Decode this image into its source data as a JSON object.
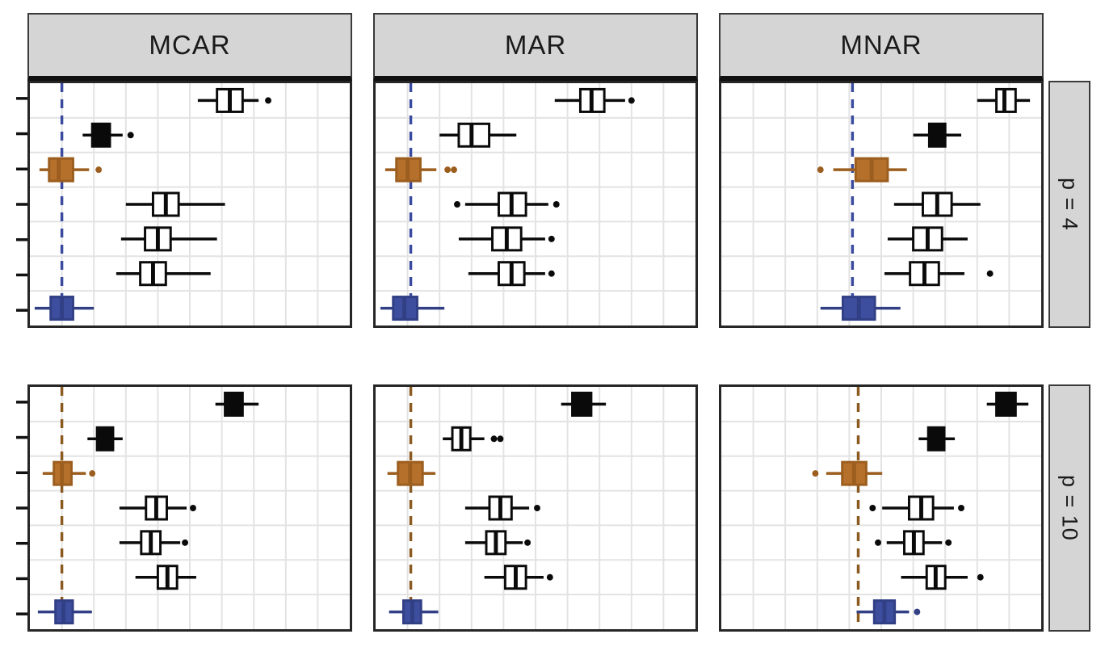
{
  "figure": {
    "strip_labels_top": [
      "MCAR",
      "MAR",
      "MNAR"
    ],
    "strip_labels_right": [
      "p = 4",
      "p = 10"
    ],
    "colors": {
      "strip_bg": "#d5d5d5",
      "strip_border": "#3a3a3a",
      "strip_divider": "#101010",
      "panel_border": "#262626",
      "panel_bg": "#ffffff",
      "grid_line": "#e3e3e3",
      "tick": "#111111",
      "box_stroke": "#0a0a0a",
      "white_box": "#ffffff",
      "black_box": "#0a0a0a",
      "orange_box": "#b5702c",
      "orange_stroke": "#9c5e1f",
      "blue_box": "#3e4e9e",
      "blue_stroke": "#313f85",
      "ref_blue": "#3a4a9f",
      "ref_brown": "#8a5a20"
    }
  },
  "chart_data": {
    "type": "boxplot",
    "orientation": "horizontal",
    "facet_cols": [
      "MCAR",
      "MAR",
      "MNAR"
    ],
    "facet_rows": [
      "p = 4",
      "p = 10"
    ],
    "x_range": [
      0,
      1
    ],
    "n_categories": 7,
    "y_tick_count": 7,
    "grid": {
      "x_divisions": 10,
      "y_divisions": 7,
      "gridlines": "on"
    },
    "legend": "none",
    "notes": "Axis tick labels and category names are cropped out of the screenshot; x positions are in relative panel units 0-1. Dashed vertical reference line per panel.",
    "panels": [
      {
        "col": "MCAR",
        "row": "p = 4",
        "ref_line": {
          "x": 0.1,
          "color_key": "ref_blue",
          "style": "dashed"
        },
        "boxes": [
          {
            "whislo": 0.525,
            "q1": 0.585,
            "med": 0.625,
            "q3": 0.665,
            "whishi": 0.715,
            "outliers": [
              0.745
            ],
            "fill": "white"
          },
          {
            "whislo": 0.165,
            "q1": 0.195,
            "med": 0.22,
            "q3": 0.25,
            "whishi": 0.29,
            "outliers": [
              0.315
            ],
            "fill": "black"
          },
          {
            "whislo": 0.03,
            "q1": 0.06,
            "med": 0.09,
            "q3": 0.135,
            "whishi": 0.185,
            "outliers": [
              0.215
            ],
            "fill": "orange"
          },
          {
            "whislo": 0.3,
            "q1": 0.385,
            "med": 0.425,
            "q3": 0.465,
            "whishi": 0.61,
            "outliers": [],
            "fill": "white"
          },
          {
            "whislo": 0.285,
            "q1": 0.36,
            "med": 0.4,
            "q3": 0.44,
            "whishi": 0.585,
            "outliers": [],
            "fill": "white"
          },
          {
            "whislo": 0.27,
            "q1": 0.345,
            "med": 0.385,
            "q3": 0.425,
            "whishi": 0.565,
            "outliers": [],
            "fill": "white"
          },
          {
            "whislo": 0.015,
            "q1": 0.065,
            "med": 0.1,
            "q3": 0.135,
            "whishi": 0.2,
            "outliers": [],
            "fill": "blue"
          }
        ]
      },
      {
        "col": "MAR",
        "row": "p = 4",
        "ref_line": {
          "x": 0.11,
          "color_key": "ref_blue",
          "style": "dashed"
        },
        "boxes": [
          {
            "whislo": 0.56,
            "q1": 0.64,
            "med": 0.675,
            "q3": 0.715,
            "whishi": 0.78,
            "outliers": [
              0.8
            ],
            "fill": "white"
          },
          {
            "whislo": 0.2,
            "q1": 0.26,
            "med": 0.3,
            "q3": 0.355,
            "whishi": 0.44,
            "outliers": [],
            "fill": "white"
          },
          {
            "whislo": 0.03,
            "q1": 0.065,
            "med": 0.1,
            "q3": 0.14,
            "whishi": 0.19,
            "outliers": [
              0.225,
              0.245
            ],
            "fill": "orange"
          },
          {
            "whislo": 0.28,
            "q1": 0.385,
            "med": 0.425,
            "q3": 0.47,
            "whishi": 0.54,
            "outliers": [
              0.255,
              0.565
            ],
            "fill": "white"
          },
          {
            "whislo": 0.26,
            "q1": 0.365,
            "med": 0.41,
            "q3": 0.455,
            "whishi": 0.53,
            "outliers": [
              0.55
            ],
            "fill": "white"
          },
          {
            "whislo": 0.29,
            "q1": 0.385,
            "med": 0.425,
            "q3": 0.465,
            "whishi": 0.53,
            "outliers": [
              0.55
            ],
            "fill": "white"
          },
          {
            "whislo": 0.015,
            "q1": 0.055,
            "med": 0.09,
            "q3": 0.13,
            "whishi": 0.215,
            "outliers": [],
            "fill": "blue"
          }
        ]
      },
      {
        "col": "MNAR",
        "row": "p = 4",
        "ref_line": {
          "x": 0.41,
          "color_key": "ref_blue",
          "style": "dashed"
        },
        "boxes": [
          {
            "whislo": 0.8,
            "q1": 0.86,
            "med": 0.885,
            "q3": 0.92,
            "whishi": 0.965,
            "outliers": [],
            "fill": "white"
          },
          {
            "whislo": 0.6,
            "q1": 0.65,
            "med": 0.675,
            "q3": 0.7,
            "whishi": 0.75,
            "outliers": [],
            "fill": "black"
          },
          {
            "whislo": 0.35,
            "q1": 0.42,
            "med": 0.47,
            "q3": 0.52,
            "whishi": 0.58,
            "outliers": [
              0.31
            ],
            "fill": "orange"
          },
          {
            "whislo": 0.54,
            "q1": 0.63,
            "med": 0.675,
            "q3": 0.72,
            "whishi": 0.81,
            "outliers": [],
            "fill": "white"
          },
          {
            "whislo": 0.52,
            "q1": 0.6,
            "med": 0.645,
            "q3": 0.69,
            "whishi": 0.77,
            "outliers": [],
            "fill": "white"
          },
          {
            "whislo": 0.51,
            "q1": 0.59,
            "med": 0.635,
            "q3": 0.68,
            "whishi": 0.76,
            "outliers": [
              0.84
            ],
            "fill": "white"
          },
          {
            "whislo": 0.31,
            "q1": 0.38,
            "med": 0.43,
            "q3": 0.48,
            "whishi": 0.56,
            "outliers": [],
            "fill": "blue"
          }
        ]
      },
      {
        "col": "MCAR",
        "row": "p = 10",
        "ref_line": {
          "x": 0.1,
          "color_key": "ref_brown",
          "style": "dashed"
        },
        "boxes": [
          {
            "whislo": 0.58,
            "q1": 0.61,
            "med": 0.635,
            "q3": 0.665,
            "whishi": 0.715,
            "outliers": [],
            "fill": "black"
          },
          {
            "whislo": 0.18,
            "q1": 0.21,
            "med": 0.235,
            "q3": 0.26,
            "whishi": 0.29,
            "outliers": [],
            "fill": "black"
          },
          {
            "whislo": 0.04,
            "q1": 0.075,
            "med": 0.1,
            "q3": 0.13,
            "whishi": 0.175,
            "outliers": [
              0.195
            ],
            "fill": "orange"
          },
          {
            "whislo": 0.28,
            "q1": 0.363,
            "med": 0.395,
            "q3": 0.428,
            "whishi": 0.49,
            "outliers": [
              0.51
            ],
            "fill": "white"
          },
          {
            "whislo": 0.28,
            "q1": 0.348,
            "med": 0.378,
            "q3": 0.408,
            "whishi": 0.47,
            "outliers": [
              0.485
            ],
            "fill": "white"
          },
          {
            "whislo": 0.33,
            "q1": 0.4,
            "med": 0.43,
            "q3": 0.46,
            "whishi": 0.52,
            "outliers": [],
            "fill": "white"
          },
          {
            "whislo": 0.025,
            "q1": 0.08,
            "med": 0.105,
            "q3": 0.134,
            "whishi": 0.194,
            "outliers": [],
            "fill": "blue"
          }
        ]
      },
      {
        "col": "MAR",
        "row": "p = 10",
        "ref_line": {
          "x": 0.11,
          "color_key": "ref_brown",
          "style": "dashed"
        },
        "boxes": [
          {
            "whislo": 0.58,
            "q1": 0.615,
            "med": 0.645,
            "q3": 0.674,
            "whishi": 0.72,
            "outliers": [],
            "fill": "black"
          },
          {
            "whislo": 0.21,
            "q1": 0.24,
            "med": 0.268,
            "q3": 0.296,
            "whishi": 0.34,
            "outliers": [
              0.37,
              0.39
            ],
            "fill": "white"
          },
          {
            "whislo": 0.037,
            "q1": 0.07,
            "med": 0.108,
            "q3": 0.147,
            "whishi": 0.187,
            "outliers": [],
            "fill": "orange"
          },
          {
            "whislo": 0.28,
            "q1": 0.356,
            "med": 0.39,
            "q3": 0.425,
            "whishi": 0.48,
            "outliers": [
              0.505
            ],
            "fill": "white"
          },
          {
            "whislo": 0.28,
            "q1": 0.346,
            "med": 0.376,
            "q3": 0.406,
            "whishi": 0.46,
            "outliers": [
              0.475
            ],
            "fill": "white"
          },
          {
            "whislo": 0.34,
            "q1": 0.405,
            "med": 0.438,
            "q3": 0.47,
            "whishi": 0.525,
            "outliers": [
              0.545
            ],
            "fill": "white"
          },
          {
            "whislo": 0.042,
            "q1": 0.087,
            "med": 0.115,
            "q3": 0.142,
            "whishi": 0.196,
            "outliers": [],
            "fill": "blue"
          }
        ]
      },
      {
        "col": "MNAR",
        "row": "p = 10",
        "ref_line": {
          "x": 0.428,
          "color_key": "ref_brown",
          "style": "dashed"
        },
        "boxes": [
          {
            "whislo": 0.83,
            "q1": 0.86,
            "med": 0.89,
            "q3": 0.92,
            "whishi": 0.96,
            "outliers": [],
            "fill": "black"
          },
          {
            "whislo": 0.617,
            "q1": 0.647,
            "med": 0.672,
            "q3": 0.697,
            "whishi": 0.73,
            "outliers": [],
            "fill": "black"
          },
          {
            "whislo": 0.328,
            "q1": 0.378,
            "med": 0.415,
            "q3": 0.453,
            "whishi": 0.503,
            "outliers": [
              0.294
            ],
            "fill": "orange"
          },
          {
            "whislo": 0.503,
            "q1": 0.587,
            "med": 0.625,
            "q3": 0.662,
            "whishi": 0.727,
            "outliers": [
              0.473,
              0.75
            ],
            "fill": "white"
          },
          {
            "whislo": 0.517,
            "q1": 0.572,
            "med": 0.602,
            "q3": 0.632,
            "whishi": 0.69,
            "outliers": [
              0.49,
              0.71
            ],
            "fill": "white"
          },
          {
            "whislo": 0.562,
            "q1": 0.642,
            "med": 0.67,
            "q3": 0.7,
            "whishi": 0.77,
            "outliers": [
              0.81
            ],
            "fill": "white"
          },
          {
            "whislo": 0.423,
            "q1": 0.478,
            "med": 0.51,
            "q3": 0.542,
            "whishi": 0.587,
            "outliers": [
              0.612
            ],
            "fill": "blue"
          }
        ]
      }
    ]
  }
}
